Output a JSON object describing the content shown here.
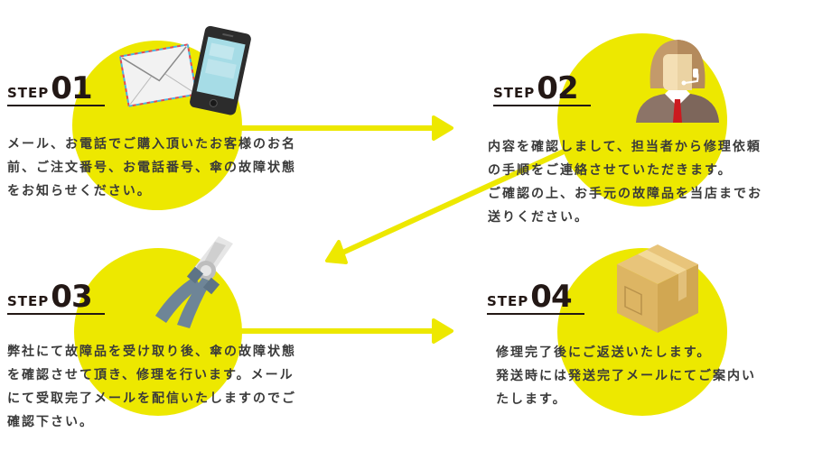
{
  "colors": {
    "accent": "#ede800",
    "text": "#231815"
  },
  "steps": [
    {
      "word": "STEP",
      "number": "01",
      "icon": "mail-and-phone-icon",
      "text": "メール、お電話でご購入頂いたお客様のお名\n前、ご注文番号、お電話番号、傘の故障状態\nをお知らせください。"
    },
    {
      "word": "STEP",
      "number": "02",
      "icon": "operator-icon",
      "text": "内容を確認しまして、担当者から修理依頼\nの手順をご連絡させていただきます。\nご確認の上、お手元の故障品を当店までお\n送りください。"
    },
    {
      "word": "STEP",
      "number": "03",
      "icon": "pliers-icon",
      "text": "弊社にて故障品を受け取り後、傘の故障状態\nを確認させて頂き、修理を行います。メール\nにて受取完了メールを配信いたしますのでご\n確認下さい。"
    },
    {
      "word": "STEP",
      "number": "04",
      "icon": "package-box-icon",
      "text": "修理完了後にご返送いたします。\n発送時には発送完了メールにてご案内い\nたします。"
    }
  ],
  "arrows": [
    {
      "from": "01",
      "to": "02",
      "direction": "right"
    },
    {
      "from": "02",
      "to": "03",
      "direction": "down-left"
    },
    {
      "from": "03",
      "to": "04",
      "direction": "right"
    }
  ]
}
